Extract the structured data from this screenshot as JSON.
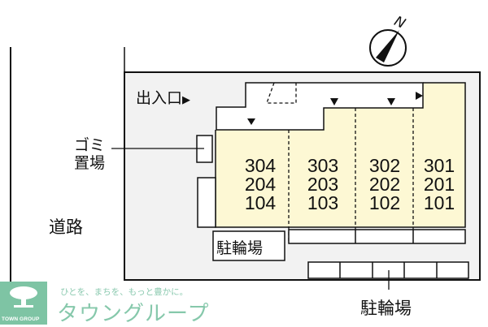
{
  "labels": {
    "entrance": "出入口",
    "garbage_line1": "ゴミ",
    "garbage_line2": "置場",
    "road": "道路",
    "bicycle_parking_inner": "駐輪場",
    "bicycle_parking_outer": "駐輪場",
    "north": "N"
  },
  "units": [
    {
      "col": 4,
      "floors": [
        "304",
        "204",
        "104"
      ]
    },
    {
      "col": 3,
      "floors": [
        "303",
        "203",
        "103"
      ]
    },
    {
      "col": 2,
      "floors": [
        "302",
        "202",
        "102"
      ]
    },
    {
      "col": 1,
      "floors": [
        "301",
        "201",
        "101"
      ]
    }
  ],
  "logo": {
    "slogan": "ひとを、まちを、もっと豊かに。",
    "brand": "タウングループ",
    "mark_text": "TOWN GROUP"
  },
  "colors": {
    "site": "#f2f2f2",
    "building": "#fdf8d4",
    "line": "#111111",
    "brand": "#7ec4a4"
  }
}
